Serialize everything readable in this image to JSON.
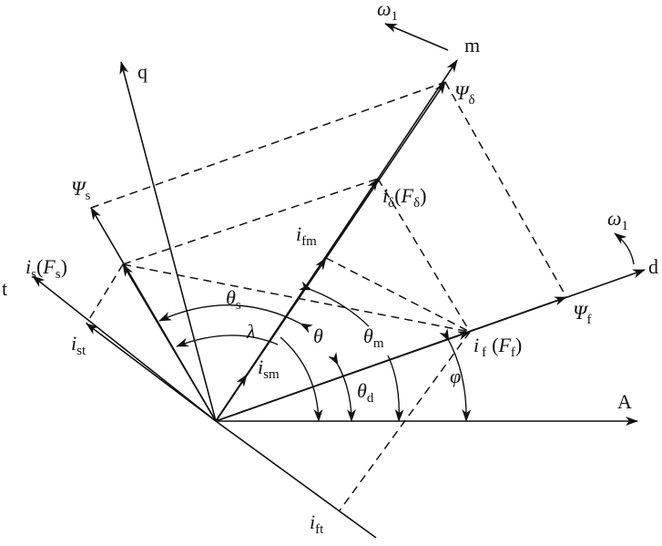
{
  "axes": {
    "d": "d",
    "q": "q",
    "m": "m",
    "t": "t",
    "A": "A"
  },
  "rotation": {
    "top": {
      "symbol": "ω",
      "sub": "1"
    },
    "right": {
      "symbol": "ω",
      "sub": "1"
    }
  },
  "vectors": {
    "psi_delta": {
      "symbol": "Ψ",
      "sub": "δ"
    },
    "psi_s": {
      "symbol": "Ψ",
      "sub": "s"
    },
    "psi_f": {
      "symbol": "Ψ",
      "sub": "f"
    },
    "i_delta": {
      "symbol": "i",
      "sub": "δ",
      "paren_open": "(",
      "paren_symbol": "F",
      "paren_sub": "δ",
      "paren_close": ")"
    },
    "i_s": {
      "symbol": "i",
      "sub": "s",
      "paren_open": "(",
      "paren_symbol": "F",
      "paren_sub": "s",
      "paren_close": ")"
    },
    "i_f": {
      "symbol": "i",
      "sub": "f",
      "paren_open": "(",
      "paren_symbol": "F",
      "paren_sub": "f",
      "paren_close": ")"
    }
  },
  "components": {
    "i_fm": {
      "symbol": "i",
      "sub": "fm"
    },
    "i_sm": {
      "symbol": "i",
      "sub": "sm"
    },
    "i_st": {
      "symbol": "i",
      "sub": "st"
    },
    "i_ft": {
      "symbol": "i",
      "sub": "ft"
    }
  },
  "angles": {
    "theta_s": {
      "symbol": "θ",
      "sub": "s"
    },
    "theta_m": {
      "symbol": "θ",
      "sub": "m"
    },
    "theta_d": {
      "symbol": "θ",
      "sub": "d"
    },
    "theta": {
      "symbol": "θ"
    },
    "lambda": {
      "symbol": "λ"
    },
    "phi": {
      "symbol": "φ"
    }
  }
}
